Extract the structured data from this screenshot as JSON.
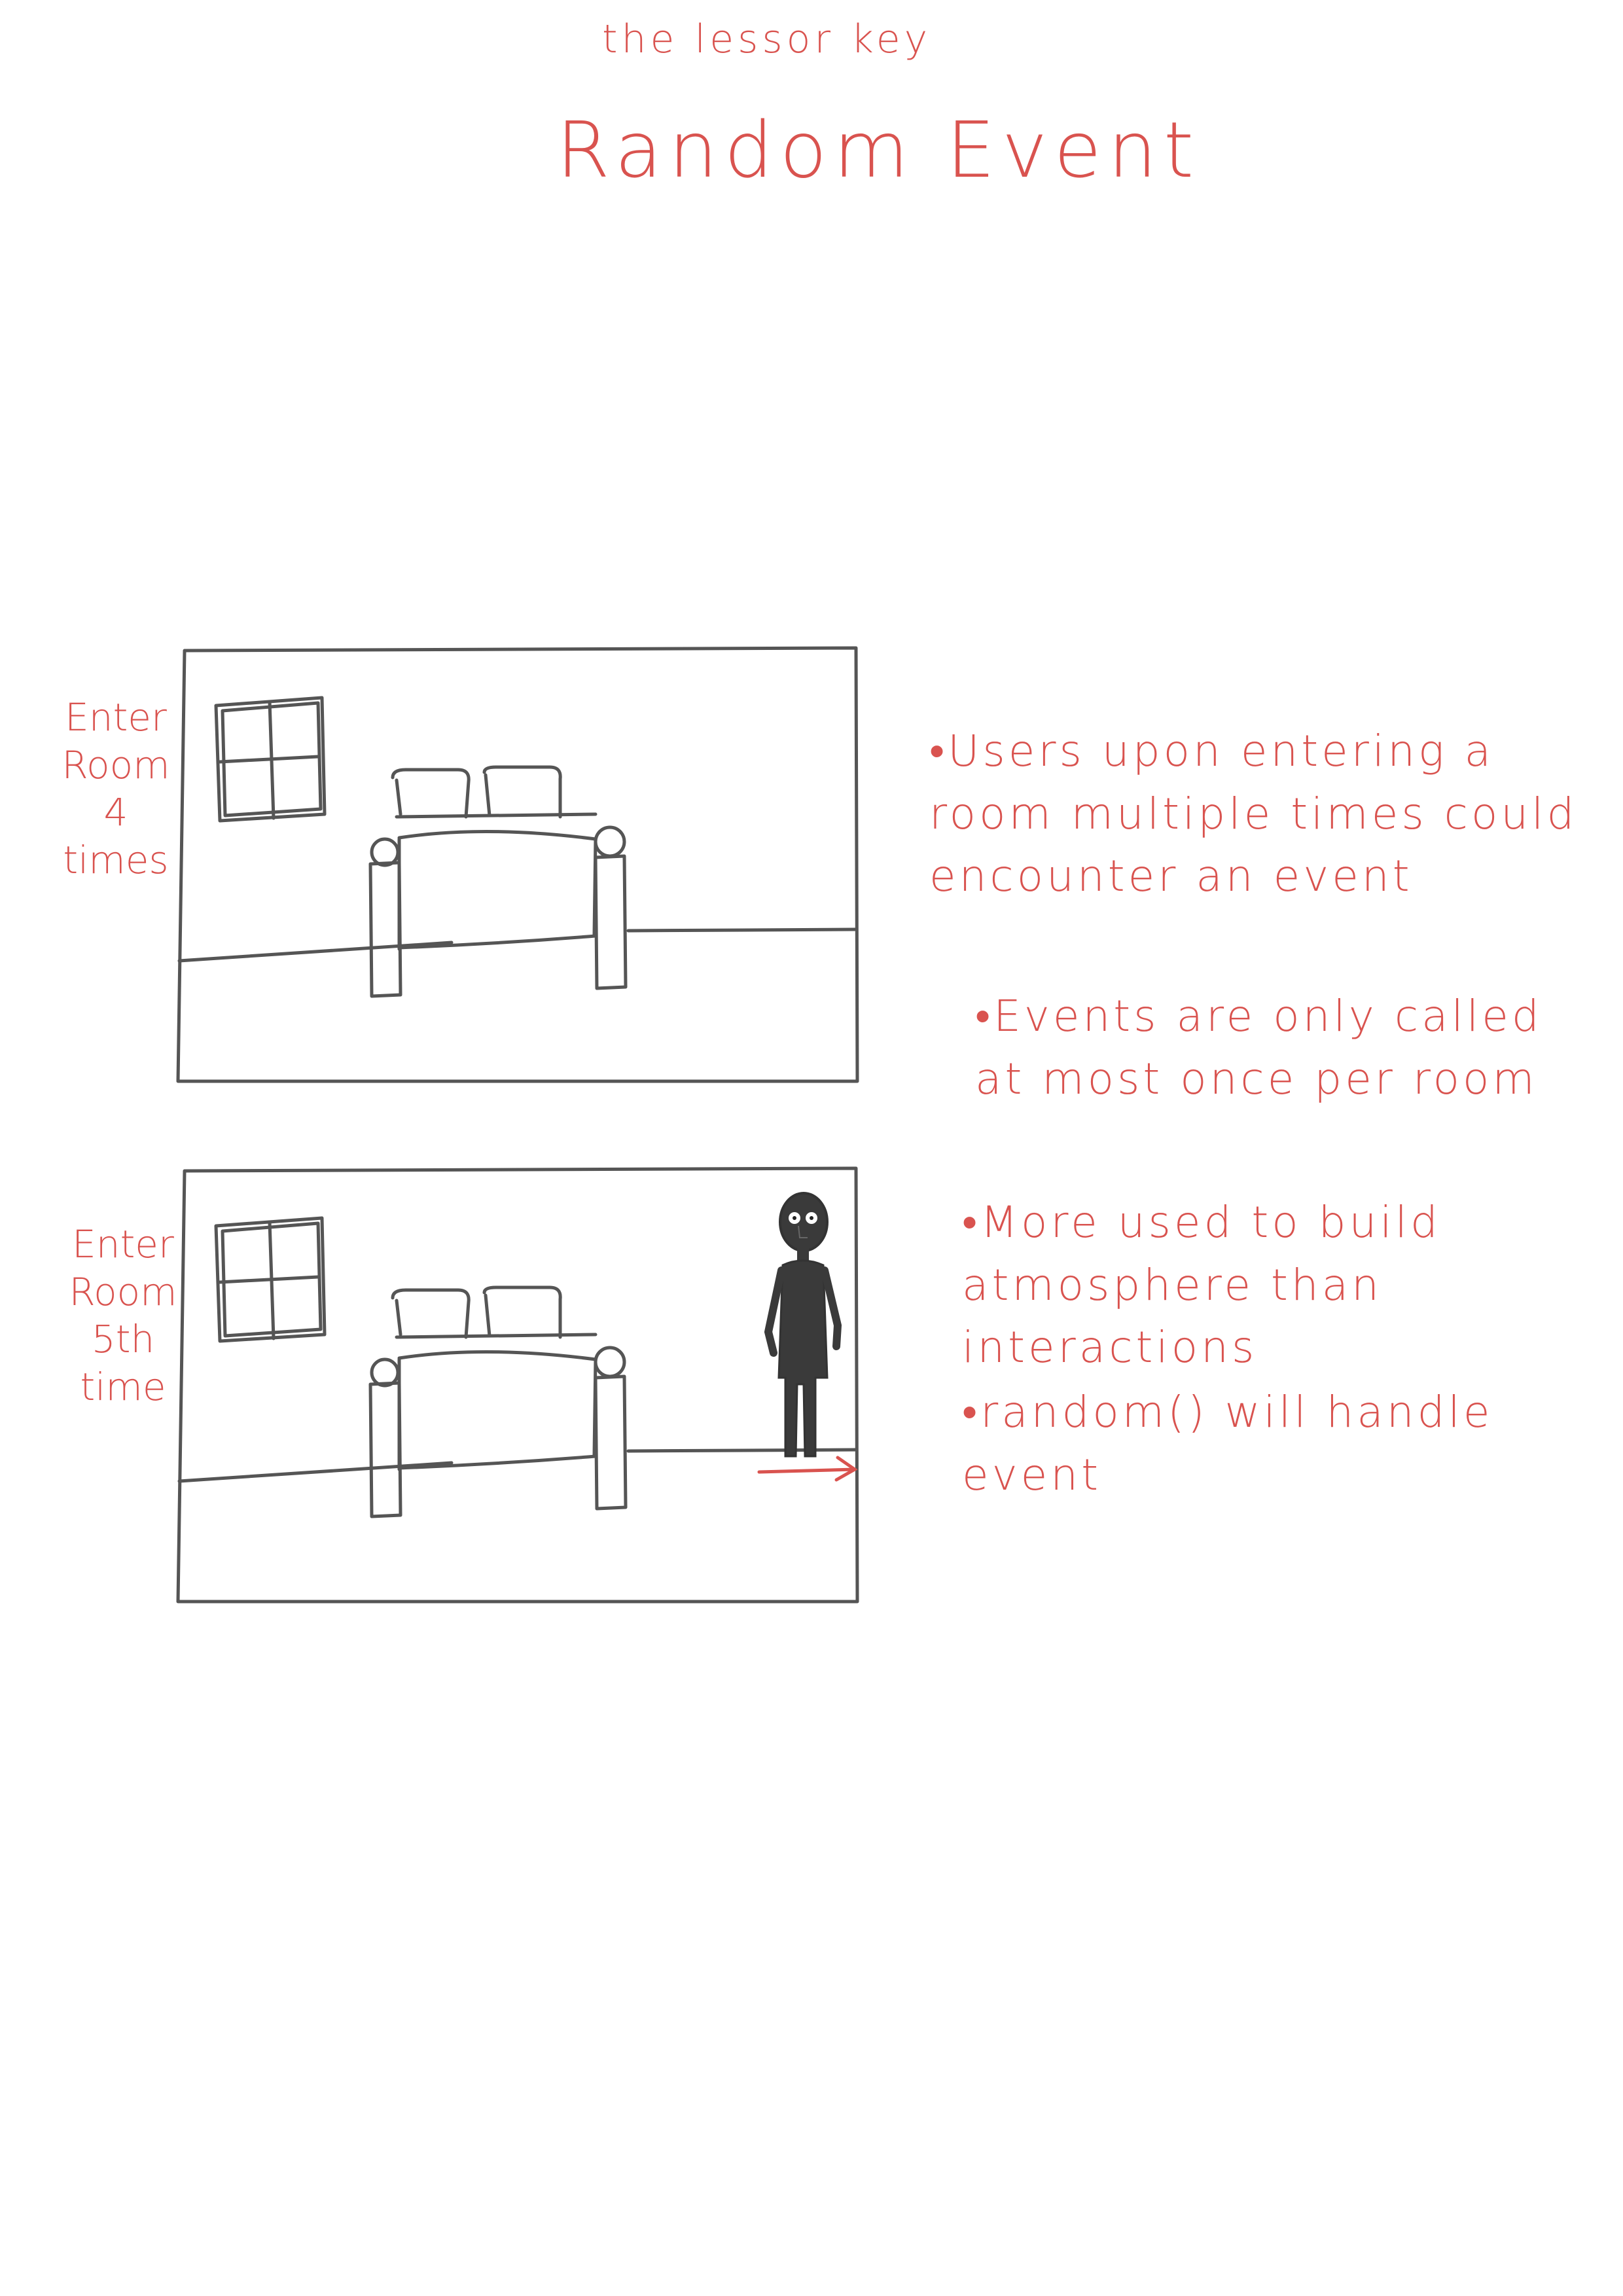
{
  "header": {
    "subtitle": "the lessor key",
    "title": "Random Event"
  },
  "panels": [
    {
      "label": "Enter Room 4 times",
      "shows_figure": false
    },
    {
      "label": "Enter Room 5th time",
      "shows_figure": true
    }
  ],
  "notes": [
    "•Users upon entering a room multiple times could encounter an event",
    "•Events are only called at most once per room",
    "•More used to build atmosphere than interactions",
    "•random() will handle event"
  ],
  "colors": {
    "annotation": "#d9534f",
    "sketch": "#555555"
  }
}
